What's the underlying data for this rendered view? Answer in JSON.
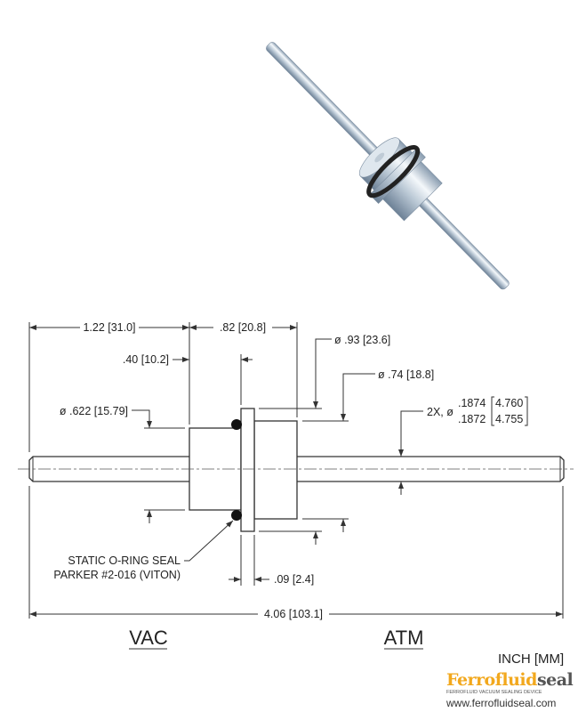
{
  "colors": {
    "logo_orange": "#f2a81d",
    "logo_dark": "#555555",
    "line": "#333333"
  },
  "dimensions": {
    "overall_left": "1.22 [31.0]",
    "housing_length": ".82 [20.8]",
    "vac_body_length": ".40 [10.2]",
    "flange_dia": "ø .93 [23.6]",
    "atm_body_dia": "ø .74 [18.8]",
    "vac_body_dia": "ø .622 [15.79]",
    "shaft_dia_prefix": "2X, ø",
    "shaft_dia_upper_in": ".1874",
    "shaft_dia_lower_in": ".1872",
    "shaft_dia_upper_mm": "4.760",
    "shaft_dia_lower_mm": "4.755",
    "flange_thickness": ".09 [2.4]",
    "overall_length": "4.06 [103.1]"
  },
  "callout": {
    "line1": "STATIC O-RING SEAL",
    "line2": "PARKER #2-016 (VITON)"
  },
  "sides": {
    "left": "VAC",
    "right": "ATM"
  },
  "units": "INCH [MM]",
  "logo": {
    "part1": "Ferrofluid",
    "part2": "seal",
    "tagline": "FERROFLUID VACUUM SEALING DEVICE",
    "url": "www.ferrofluidseal.com"
  }
}
